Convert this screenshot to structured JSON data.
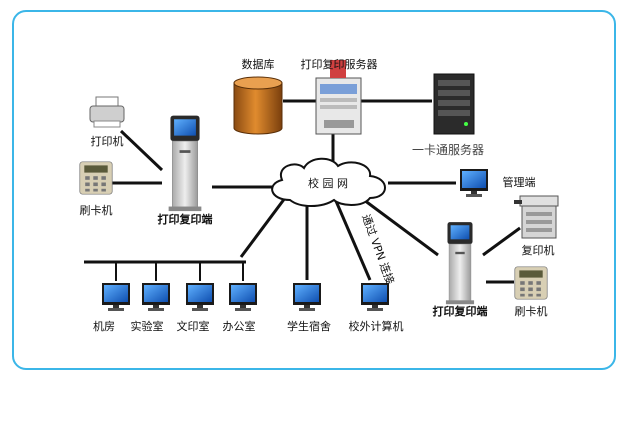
{
  "labels": {
    "database": "数据库",
    "print_server": "打印复印服务器",
    "card_server": "一卡通服务器",
    "printer": "打印机",
    "card_reader_left": "刷卡机",
    "terminal_left": "打印复印端",
    "campus_net": "校 园 网",
    "management": "管理端",
    "vpn": "通过 VPN 连接",
    "copier": "复印机",
    "terminal_right": "打印复印端",
    "card_reader_right": "刷卡机",
    "rooms": [
      "机房",
      "实验室",
      "文印室",
      "办公室"
    ],
    "dorm": "学生宿舍",
    "offcampus": "校外计算机"
  },
  "colors": {
    "frame": "#3bb6e8",
    "line": "#111111",
    "monitor_screen": "#1f6fd1",
    "database": "#c8741e",
    "kiosk": "#c9c9c9"
  }
}
